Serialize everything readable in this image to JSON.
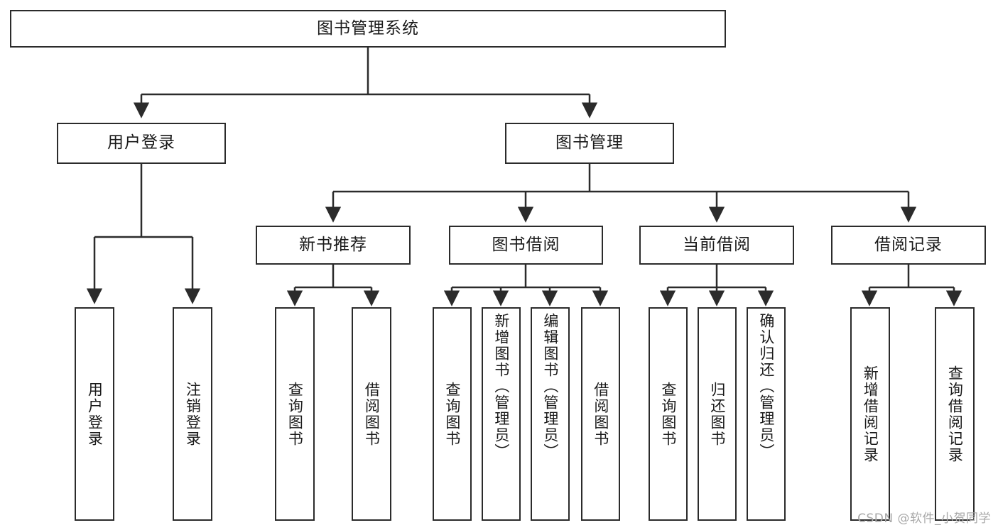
{
  "diagram": {
    "title": "图书管理系统",
    "type": "tree",
    "root": {
      "label": "图书管理系统"
    },
    "level2": [
      {
        "label": "用户登录"
      },
      {
        "label": "图书管理"
      }
    ],
    "level3": [
      {
        "label": "新书推荐"
      },
      {
        "label": "图书借阅"
      },
      {
        "label": "当前借阅"
      },
      {
        "label": "借阅记录"
      }
    ],
    "leaves": {
      "user_login": [
        {
          "label": "用户登录"
        },
        {
          "label": "注销登录"
        }
      ],
      "new_book_recommend": [
        {
          "label": "查询图书"
        },
        {
          "label": "借阅图书"
        }
      ],
      "book_borrow": [
        {
          "label": "查询图书"
        },
        {
          "label": "新增图书（管理员）"
        },
        {
          "label": "编辑图书（管理员）"
        },
        {
          "label": "借阅图书"
        }
      ],
      "current_borrow": [
        {
          "label": "查询图书"
        },
        {
          "label": "归还图书"
        },
        {
          "label": "确认归还（管理员）"
        }
      ],
      "borrow_record": [
        {
          "label": "新增借阅记录"
        },
        {
          "label": "查询借阅记录"
        }
      ]
    }
  },
  "watermark": {
    "text": "CSDN @软件_小贺同学"
  },
  "colors": {
    "stroke": "#2b2b2b",
    "fill": "#ffffff",
    "text": "#1a1a1a",
    "watermark": "#a8a8a8"
  }
}
